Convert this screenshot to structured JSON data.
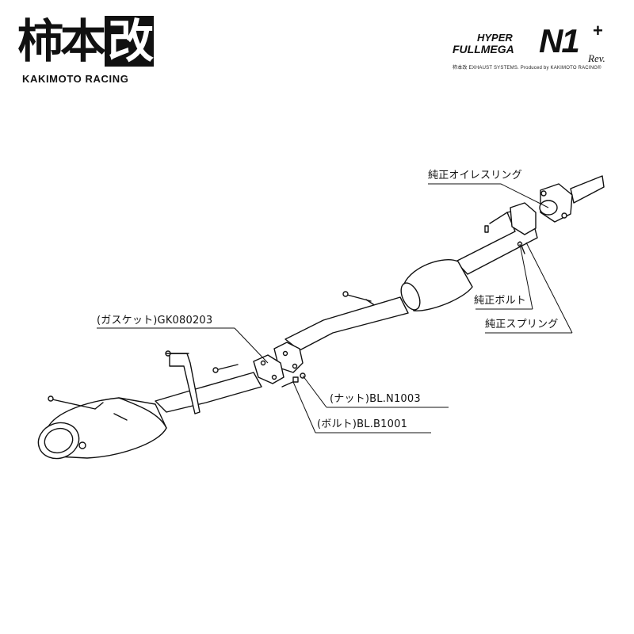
{
  "logo": {
    "kanji_main": "柿本",
    "kanji_boxed": "改",
    "subtitle": "KAKIMOTO RACING"
  },
  "brand": {
    "line1": "HYPER",
    "line2": "FULLMEGA",
    "model": "N1",
    "plus": "+",
    "rev": "Rev.",
    "footer": "柿本改 EXHAUST SYSTEMS. Produced by KAKIMOTO RACING®"
  },
  "callouts": {
    "oil_ring": "純正オイレスリング",
    "oem_bolt": "純正ボルト",
    "oem_spring": "純正スプリング",
    "gasket": "(ガスケット)GK080203",
    "nut": "(ナット)BL.N1003",
    "bolt": "(ボルト)BL.B1001"
  }
}
